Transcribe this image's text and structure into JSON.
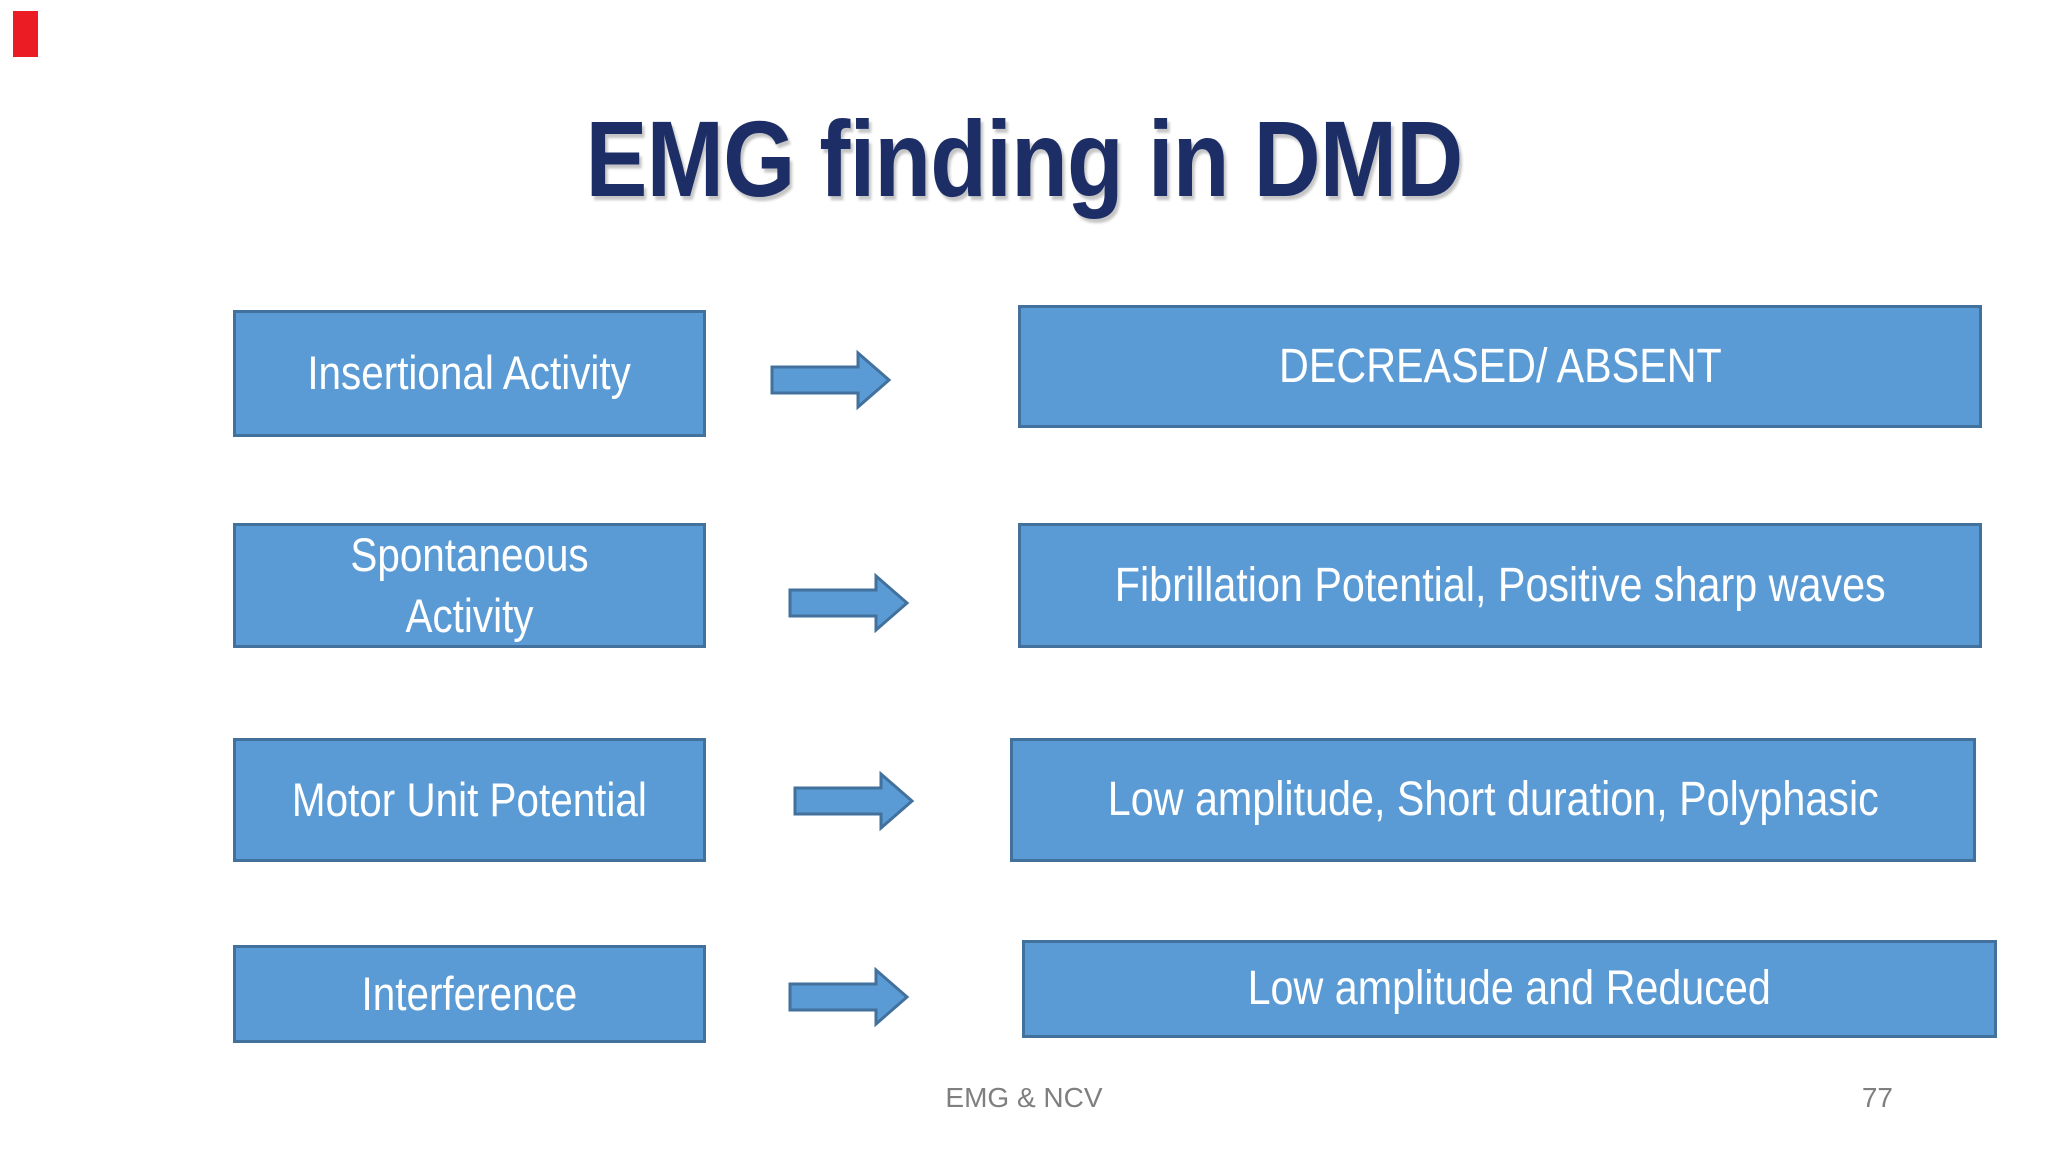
{
  "slide": {
    "title": "EMG finding in DMD",
    "rows": [
      {
        "label": "Insertional Activity",
        "finding": "DECREASED/ ABSENT"
      },
      {
        "label": "Spontaneous\nActivity",
        "finding": "Fibrillation Potential, Positive sharp waves"
      },
      {
        "label": "Motor Unit Potential",
        "finding": "Low amplitude, Short duration, Polyphasic"
      },
      {
        "label": "Interference",
        "finding": "Low amplitude and Reduced"
      }
    ],
    "footer": {
      "left": "EMG & NCV",
      "page_number": "77"
    },
    "colors": {
      "box_fill": "#5b9bd5",
      "box_border": "#41719c",
      "arrow_fill": "#5b9bd5",
      "arrow_border": "#41719c",
      "title_text": "#1d2e66",
      "footer_text": "#7f7f7f",
      "record_marker": "#ec1c24",
      "background": "#ffffff"
    }
  }
}
